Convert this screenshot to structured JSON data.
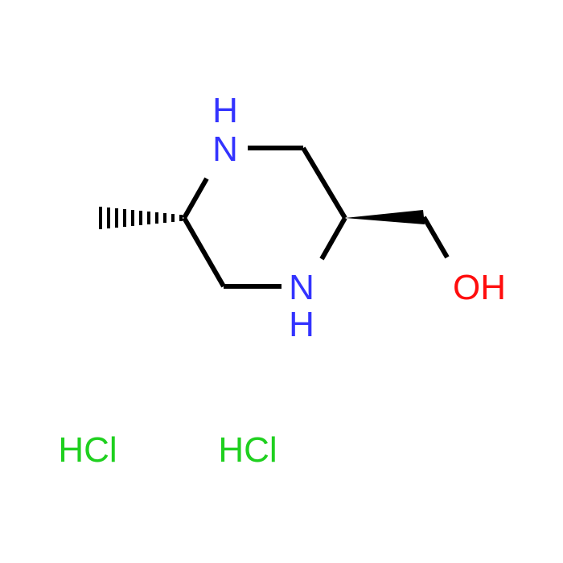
{
  "molecule": {
    "atoms": [
      {
        "id": "n_top",
        "label": "N",
        "h": "H",
        "color": "#3333ff"
      },
      {
        "id": "n_bottom",
        "label": "N",
        "h": "H",
        "color": "#3333ff"
      },
      {
        "id": "o_hydroxyl",
        "label": "OH",
        "color": "#ff0d0d"
      }
    ],
    "salts": [
      {
        "label": "HCl",
        "color": "#1fd01f"
      },
      {
        "label": "HCl",
        "color": "#1fd01f"
      }
    ],
    "bond_color": "#000000"
  }
}
